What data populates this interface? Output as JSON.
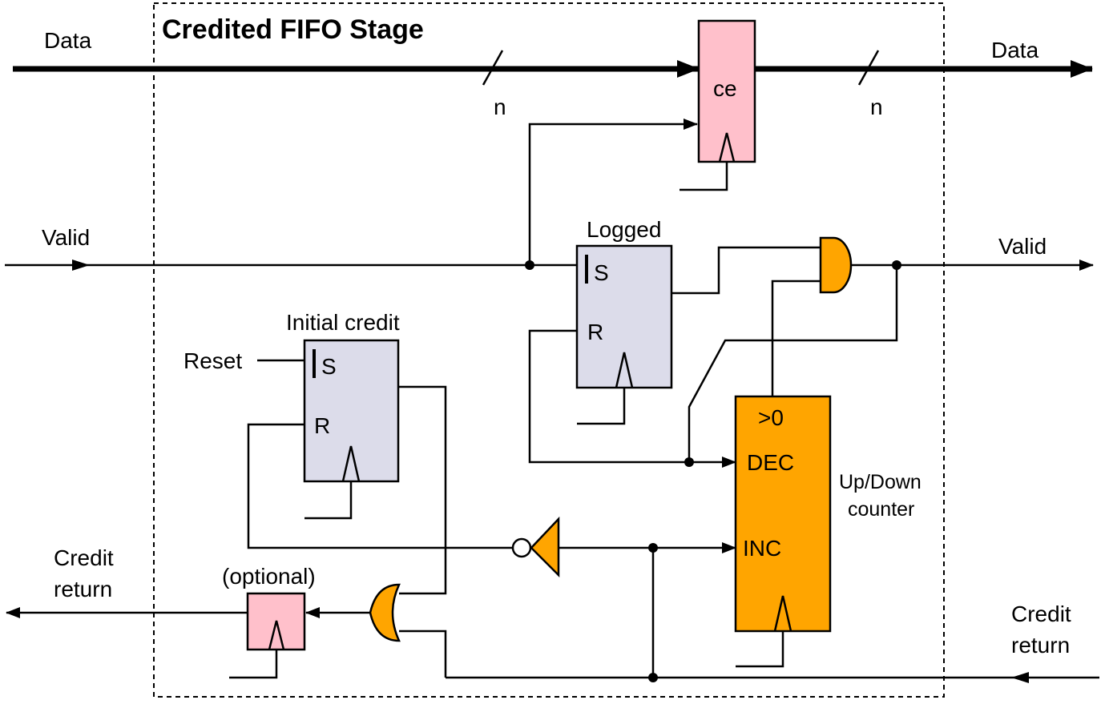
{
  "title": "Credited FIFO Stage",
  "inputs": {
    "data": "Data",
    "valid": "Valid",
    "credit_return": [
      "Credit",
      "return"
    ]
  },
  "outputs": {
    "data": "Data",
    "valid": "Valid",
    "credit_return": [
      "Credit",
      "return"
    ]
  },
  "bus_width": {
    "left": "n",
    "right": "n"
  },
  "data_register": {
    "enable_label": "ce"
  },
  "logged_flop": {
    "title": "Logged",
    "set_label": "S",
    "reset_label": "R"
  },
  "initial_credit_flop": {
    "title": "Initial credit",
    "set_label": "S",
    "reset_label": "R",
    "reset_input": "Reset"
  },
  "counter": {
    "title": [
      "Up/Down",
      "counter"
    ],
    "gt_zero": ">0",
    "dec": "DEC",
    "inc": "INC"
  },
  "optional_flop": {
    "title": "(optional)"
  },
  "colors": {
    "pink": "#FFC0CB",
    "grey": "#DCDCEA",
    "orange": "#FFA500"
  }
}
